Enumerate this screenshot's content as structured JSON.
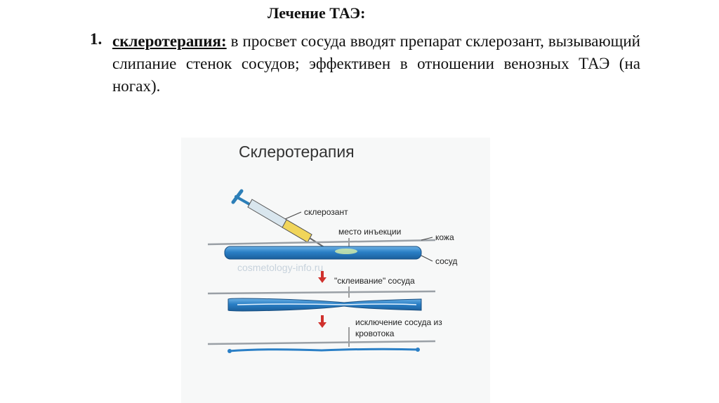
{
  "slide": {
    "title": "Лечение ТАЭ:",
    "item": {
      "number": "1.",
      "term": "склеротерапия:",
      "text": " в просвет сосуда вводят препарат склерозант, вызывающий слипание стенок сосудов; эффективен в отношении венозных ТАЭ (на ногах)."
    }
  },
  "figure": {
    "title": "Склеротерапия",
    "labels": {
      "sclerosant": "склерозант",
      "injection_site": "место инъекции",
      "skin": "кожа",
      "vessel": "сосуд",
      "gluing": "\"склеивание\" сосуда",
      "exclusion_line1": "исключение сосуда из",
      "exclusion_line2": "кровотока"
    },
    "watermark": "cosmetology-info.ru",
    "colors": {
      "vessel": "#2a7fc6",
      "arrow": "#d0312d",
      "skin": "#9aa0a6"
    }
  }
}
